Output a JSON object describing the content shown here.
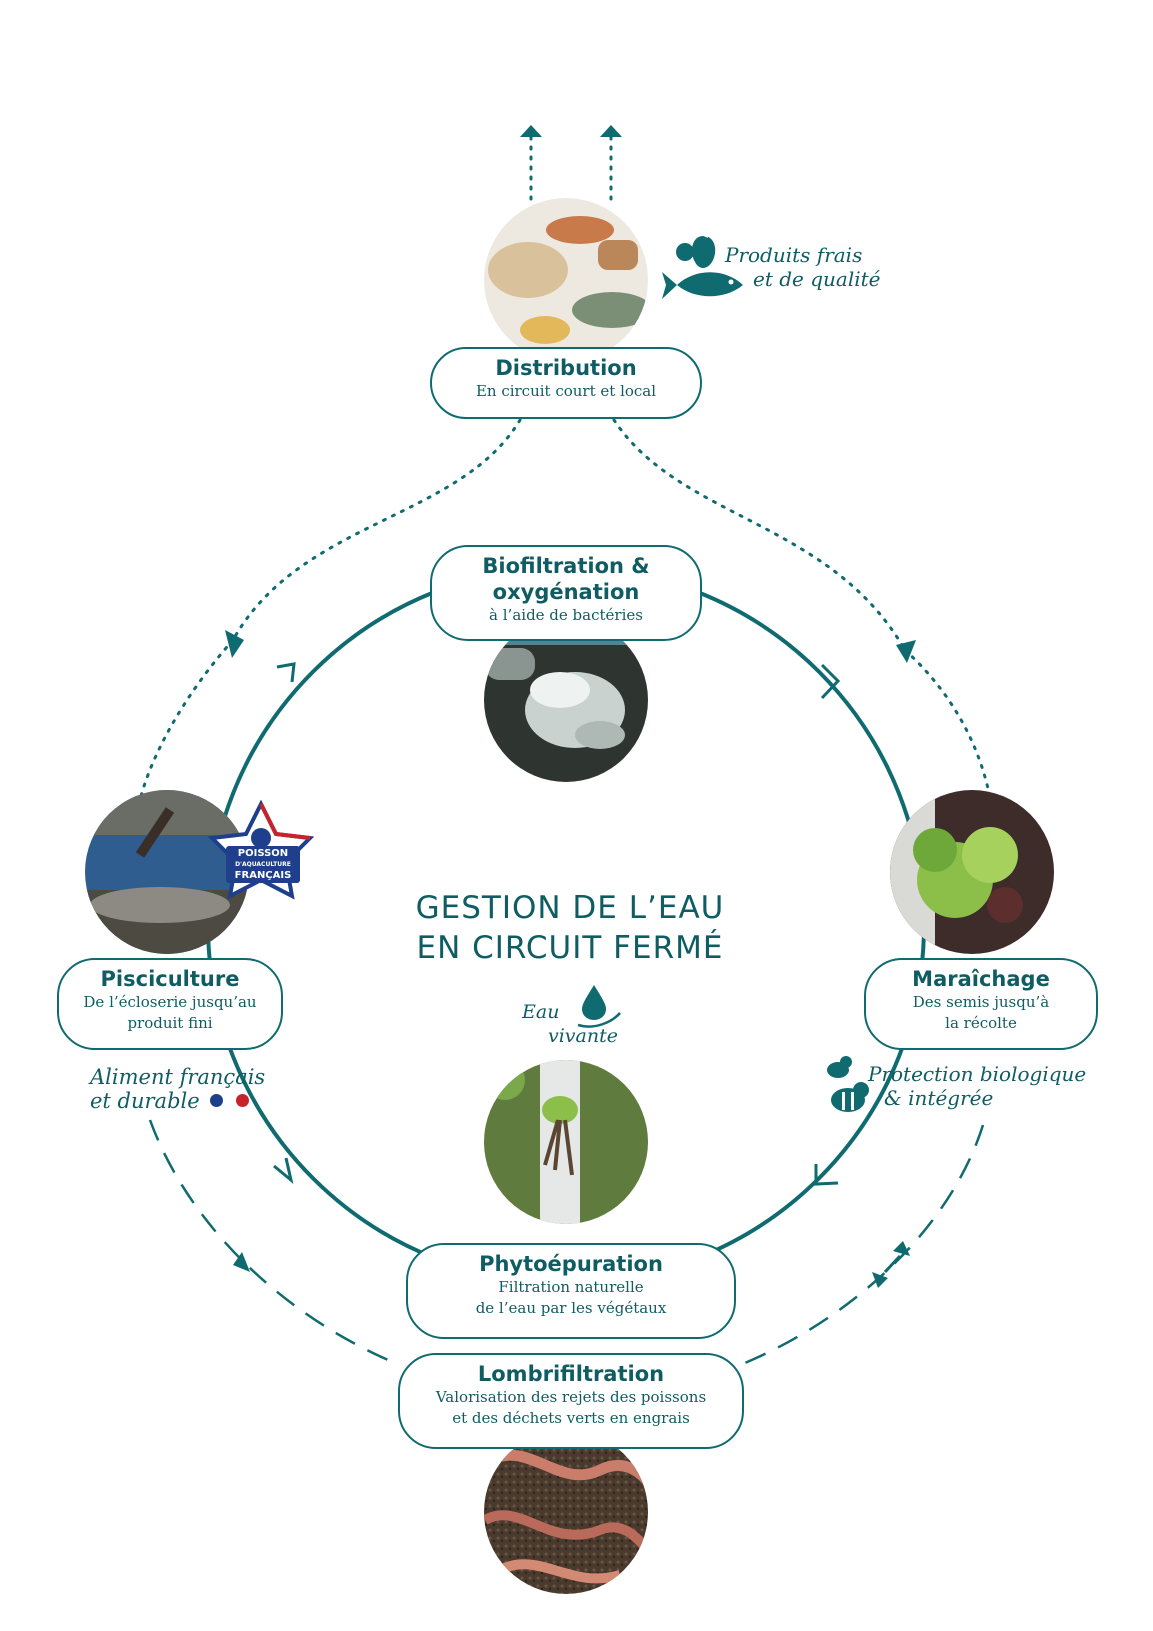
{
  "center": {
    "title_line1": "GESTION DE L’EAU",
    "title_line2": "EN CIRCUIT FERMÉ",
    "tagline_line1": "Eau",
    "tagline_line2": "vivante"
  },
  "nodes": {
    "distribution": {
      "title": "Distribution",
      "sub": "En circuit court et local"
    },
    "biofiltration": {
      "title_line1": "Biofiltration &",
      "title_line2": "oxygénation",
      "sub": "à l’aide de bactéries"
    },
    "pisciculture": {
      "title": "Pisciculture",
      "sub": "De l’écloserie jusqu’au\nproduit fini"
    },
    "maraichage": {
      "title": "Maraîchage",
      "sub": "Des semis jusqu’à\nla récolte"
    },
    "phytoepuration": {
      "title": "Phytoépuration",
      "sub": "Filtration naturelle\nde l’eau par les végétaux"
    },
    "lombrifiltration": {
      "title": "Lombrifiltration",
      "sub": "Valorisation des rejets des poissons\net des déchets verts en engrais"
    }
  },
  "annotations": {
    "produits_line1": "Produits frais",
    "produits_line2": "et de qualité",
    "aliment_line1": "Aliment français",
    "aliment_line2": "et durable",
    "protection_line1": "Protection biologique",
    "protection_line2": "& intégrée"
  },
  "badge": {
    "line1": "POISSON",
    "line2": "D'AQUACULTURE",
    "line3": "FRANÇAIS"
  },
  "icons": [
    "water-drop-hand-icon",
    "fruit-icon",
    "fish-icon",
    "bee-icon",
    "arrow-up-icon",
    "arrow-icon"
  ],
  "colors": {
    "primary": "#0f5d63",
    "line": "#0f6b70",
    "flag_blue": "#1f3f8c",
    "flag_red": "#c8232c"
  }
}
